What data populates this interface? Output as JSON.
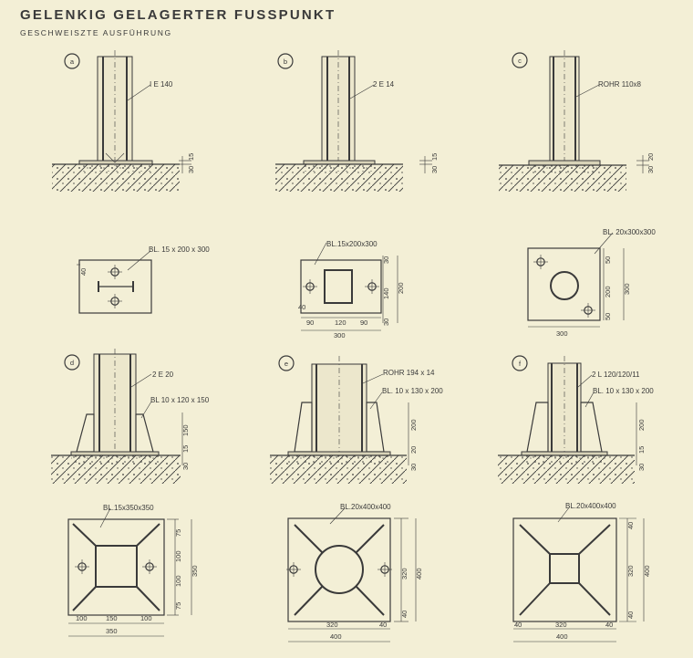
{
  "title": "GELENKIG GELAGERTER FUSSPUNKT",
  "subtitle": "GESCHWEISZTE AUSFÜHRUNG",
  "details": {
    "a": {
      "id": "a",
      "profile": "I E 140",
      "dims": [
        "30",
        "15"
      ]
    },
    "b": {
      "id": "b",
      "profile": "2 E 14",
      "dims": [
        "30",
        "15"
      ]
    },
    "c": {
      "id": "c",
      "profile": "ROHR 110x8",
      "dims": [
        "30",
        "20"
      ]
    },
    "d": {
      "id": "d",
      "profile": "2 E 20",
      "rib": "BL 10 x 120 x 150",
      "dims": [
        "150",
        "15",
        "30"
      ]
    },
    "e": {
      "id": "e",
      "profile": "ROHR 194 x 14",
      "rib": "BL. 10 x 130 x 200",
      "dims": [
        "200",
        "20",
        "30"
      ]
    },
    "f": {
      "id": "f",
      "profile": "2 L 120/120/11",
      "rib": "BL. 10 x 130 x 200",
      "dims": [
        "200",
        "15",
        "30"
      ]
    }
  },
  "plates": {
    "a": {
      "label": "BL. 15 x 200 x 300",
      "dims": [
        "40"
      ]
    },
    "b": {
      "label": "BL.15x200x300",
      "dims": [
        "30",
        "140",
        "200",
        "30",
        "40",
        "90",
        "120",
        "90",
        "300"
      ]
    },
    "c": {
      "label": "BL. 20x300x300",
      "dims": [
        "50",
        "200",
        "300",
        "50",
        "300"
      ]
    },
    "d": {
      "label": "BL.15x350x350",
      "dims": [
        "75",
        "100",
        "100",
        "75",
        "350",
        "100",
        "150",
        "100",
        "350"
      ]
    },
    "e": {
      "label": "BL.20x400x400",
      "dims": [
        "320",
        "400",
        "40",
        "320",
        "40",
        "400"
      ]
    },
    "f": {
      "label": "BL.20x400x400",
      "dims": [
        "40",
        "320",
        "400",
        "40",
        "40",
        "320",
        "40",
        "400"
      ]
    }
  }
}
